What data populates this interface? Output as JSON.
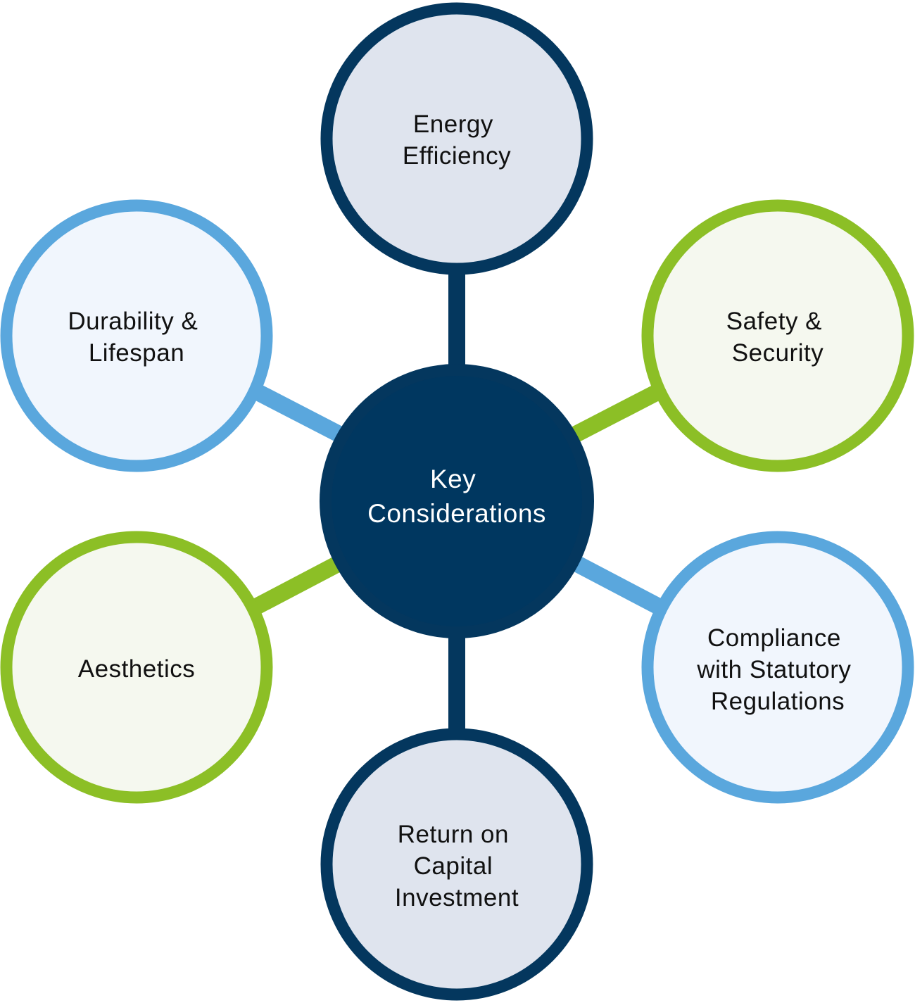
{
  "colors": {
    "navy": "#04375e",
    "navy_inner": "#003760",
    "light_blue": "#5aa7dd",
    "green": "#8cbf26",
    "navy_fill": "#dfe4ee",
    "light_blue_fill": "#f1f6fd",
    "green_fill": "#f5f8ef",
    "text_dark": "#111111",
    "text_light": "#ffffff"
  },
  "center": {
    "lines": [
      "Key",
      "Considerations"
    ]
  },
  "nodes": [
    {
      "id": "energy-efficiency",
      "lines": [
        "Energy",
        "Efficiency"
      ],
      "color": "navy"
    },
    {
      "id": "safety-security",
      "lines": [
        "Safety &",
        "Security"
      ],
      "color": "green"
    },
    {
      "id": "compliance-regulations",
      "lines": [
        "Compliance",
        "with Statutory",
        "Regulations"
      ],
      "color": "light_blue"
    },
    {
      "id": "return-on-capital",
      "lines": [
        "Return on",
        "Capital",
        "Investment"
      ],
      "color": "navy"
    },
    {
      "id": "aesthetics",
      "lines": [
        "Aesthetics"
      ],
      "color": "green"
    },
    {
      "id": "durability-lifespan",
      "lines": [
        "Durability &",
        "Lifespan"
      ],
      "color": "light_blue"
    }
  ]
}
